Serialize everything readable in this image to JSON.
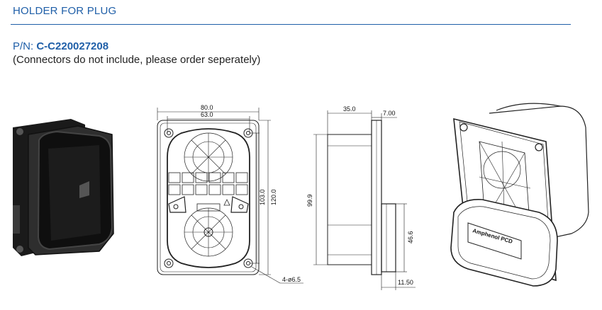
{
  "header": {
    "title": "HOLDER FOR PLUG"
  },
  "part": {
    "prefix": "P/N: ",
    "number": "C-C220027208",
    "note": "(Connectors do not include, please order seperately)"
  },
  "drawing": {
    "front": {
      "width_outer": "80.0",
      "width_inner": "63.0",
      "height_inner": "103.0",
      "height_outer": "120.0",
      "holes": "4-ø6.5"
    },
    "side": {
      "depth": "35.0",
      "flange": "7.00",
      "body_height": "99.9",
      "plug_height": "46.6",
      "plug_depth": "11.50"
    },
    "logo_text": "Amphenol PCD"
  }
}
